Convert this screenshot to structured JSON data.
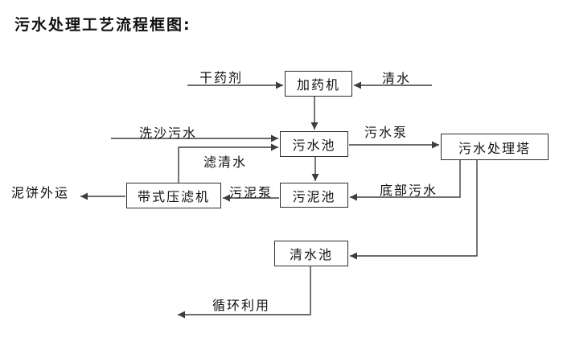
{
  "title": "污水处理工艺流程框图:",
  "nodes": {
    "dosing_machine": "加药机",
    "sewage_pool": "污水池",
    "treatment_tower": "污水处理塔",
    "sludge_pool": "污泥池",
    "belt_filter_press": "带式压滤机",
    "clean_water_pool": "清水池"
  },
  "edges": {
    "dry_agent": "干药剂",
    "clean_water": "清水",
    "sand_washing_sewage": "洗沙污水",
    "sewage_pump": "污水泵",
    "filtered_water": "滤清水",
    "sludge_pump": "污泥泵",
    "bottom_sewage": "底部污水",
    "mud_cake_out": "泥饼外运",
    "recycle_use": "循环利用"
  },
  "colors": {
    "background": "#ffffff",
    "line": "#3d3d3d",
    "box_border": "#2e2e2e",
    "text": "#111111"
  }
}
